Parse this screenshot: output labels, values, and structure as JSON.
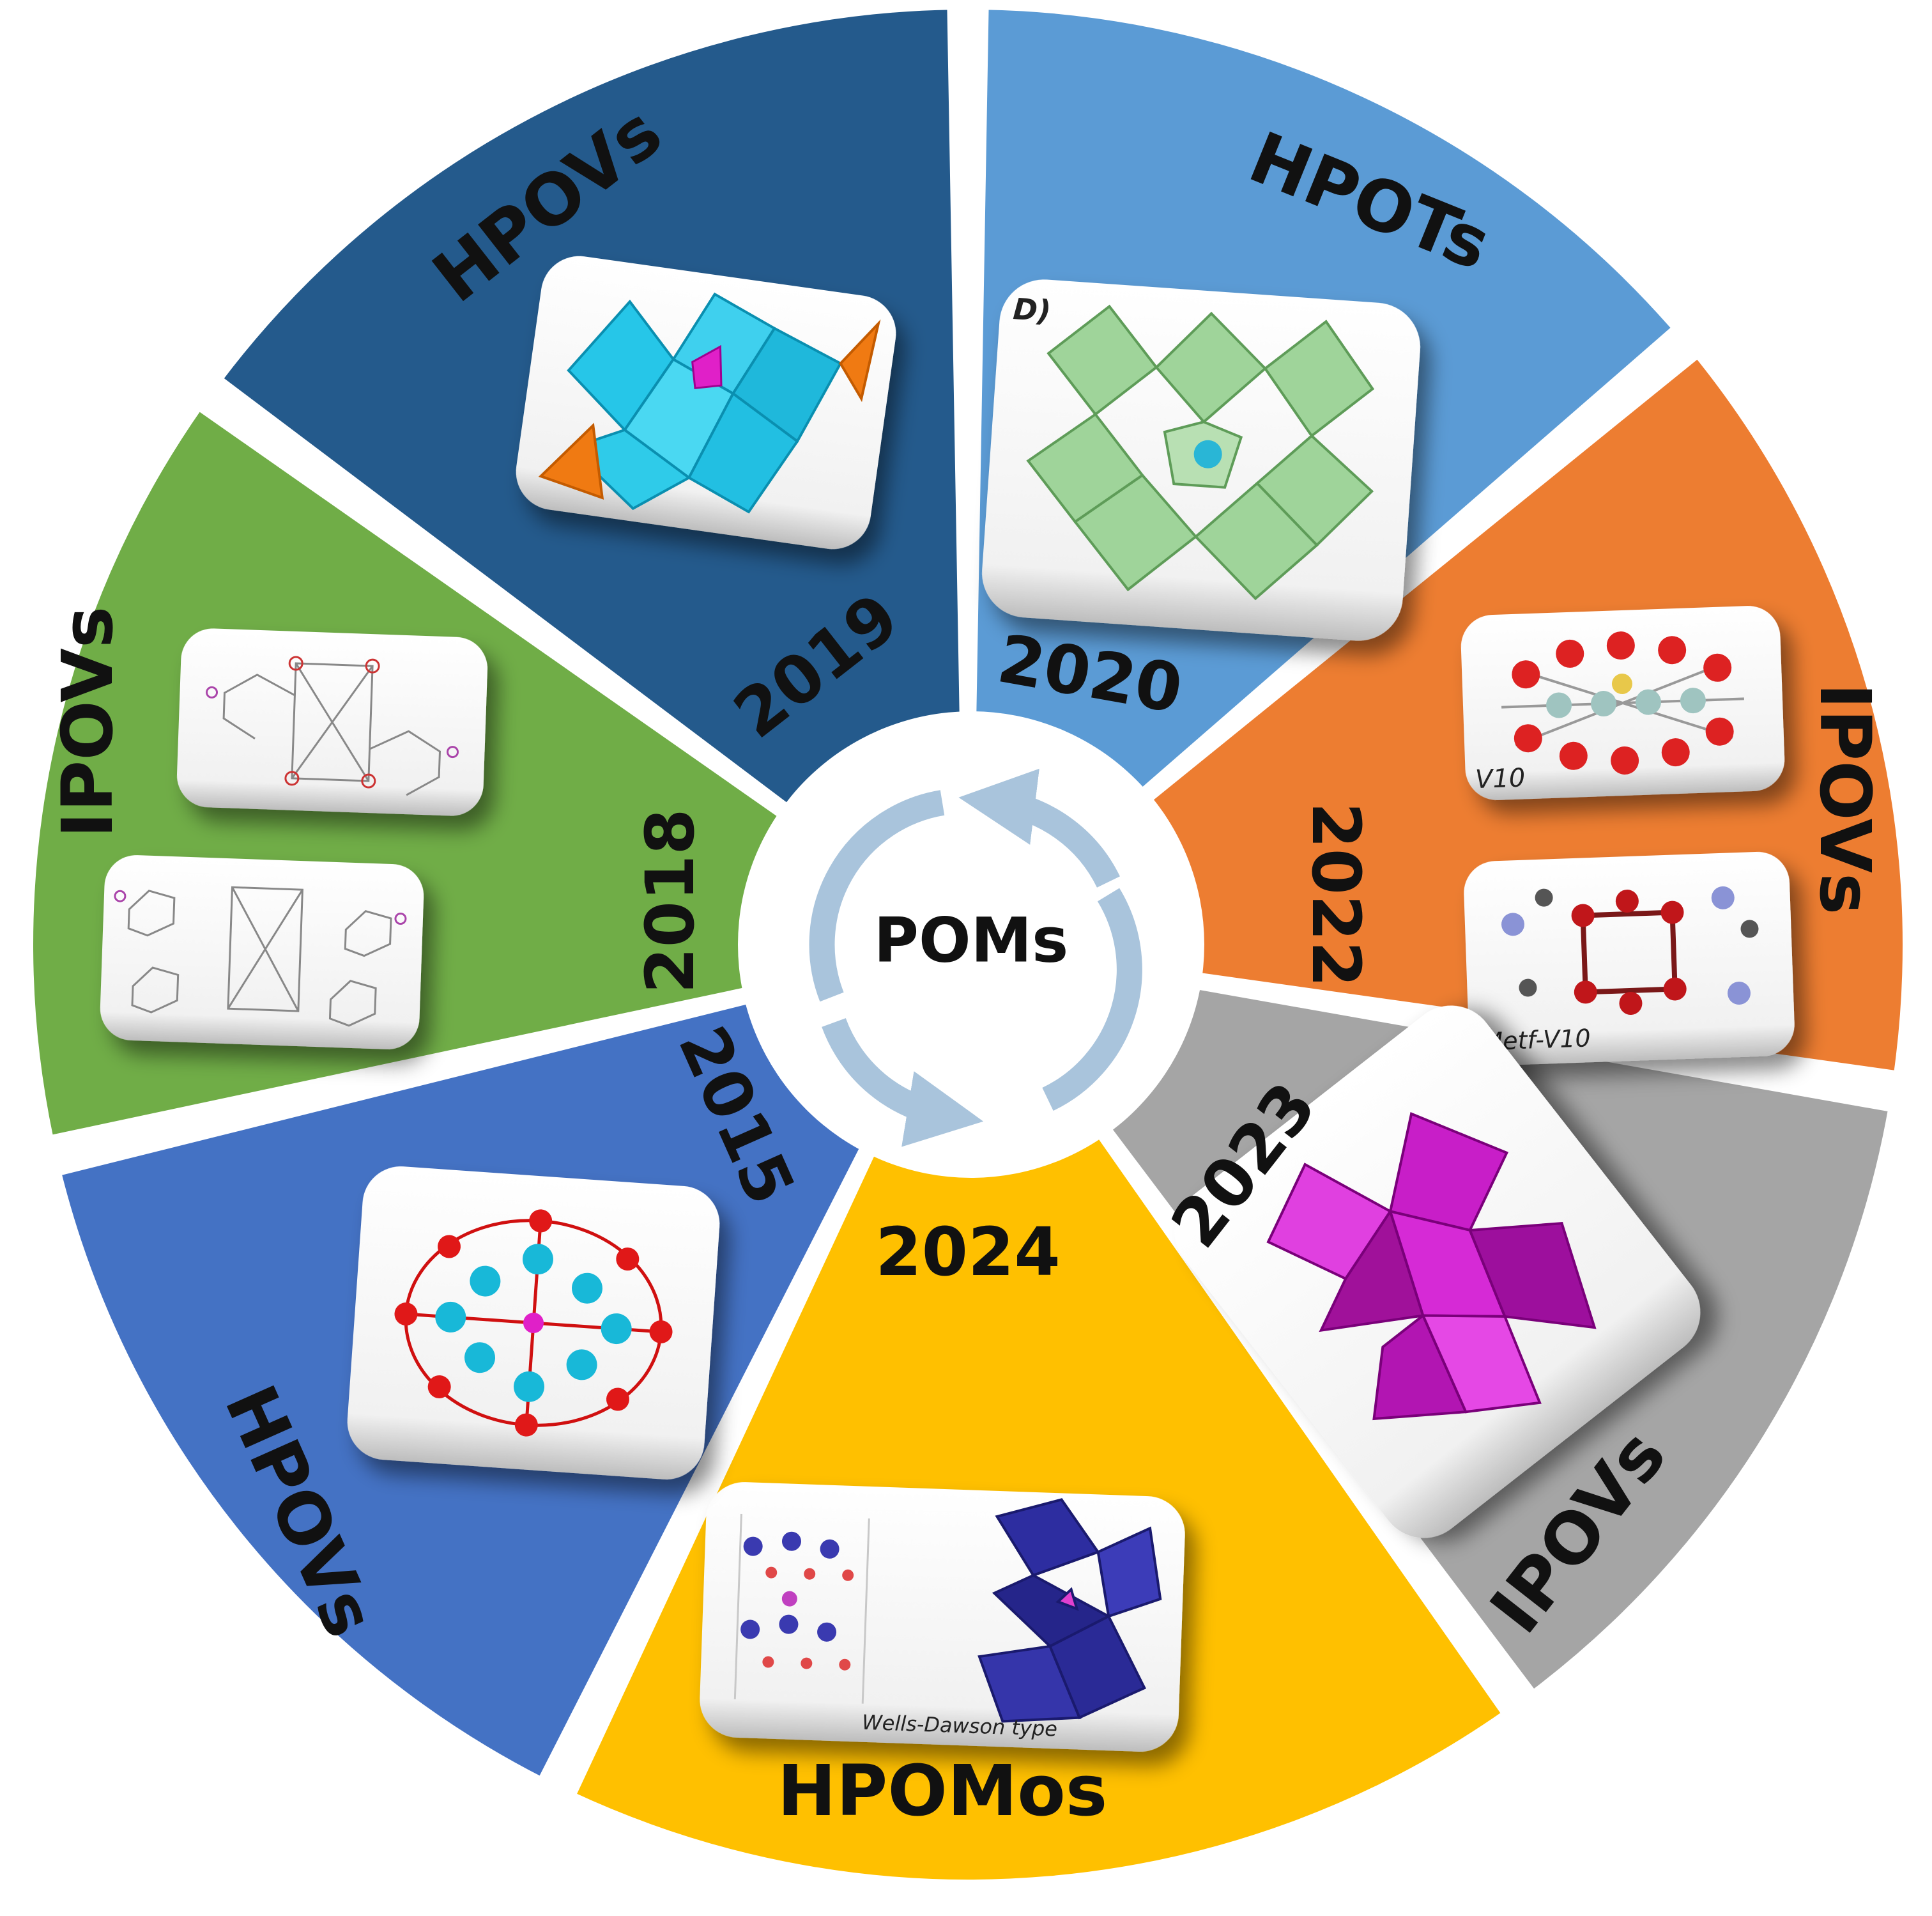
{
  "center": {
    "label": "POMs"
  },
  "sectors": [
    {
      "id": "s2019",
      "year": "2019",
      "class": "HPOVs",
      "color": "#245a8c"
    },
    {
      "id": "s2020",
      "year": "2020",
      "class": "HPOTs",
      "color": "#5b9bd5"
    },
    {
      "id": "s2022",
      "year": "2022",
      "class": "IPOVs",
      "color": "#ed7d31"
    },
    {
      "id": "s2023",
      "year": "2023",
      "class": "IPOVs",
      "color": "#a5a5a5"
    },
    {
      "id": "s2024",
      "year": "2024",
      "class": "HPOMos",
      "color": "#ffc000"
    },
    {
      "id": "s2015",
      "year": "2015",
      "class": "HPOVs",
      "color": "#4472c4"
    },
    {
      "id": "s2018",
      "year": "2018",
      "class": "IPOVs",
      "color": "#70ad47"
    }
  ],
  "captions": {
    "hpots_panel": "D)",
    "v10": "V10",
    "metf_v10": "Metf-V10",
    "wells_dawson": "Wells-Dawson type"
  },
  "colors": {
    "cycle_arrow": "#a9c4dc",
    "center_circle": "#ffffff",
    "divider": "#ffffff"
  }
}
